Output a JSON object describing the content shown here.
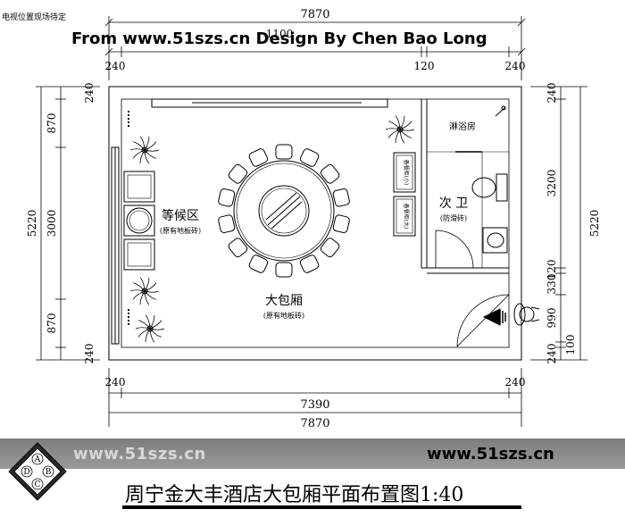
{
  "header": {
    "note": "电视位置现场待定",
    "watermark": "From www.51szs.cn  Design By Chen Bao Long"
  },
  "dimensions": {
    "top_total": "7870",
    "top_left": "240",
    "top_mid_partial": "1100",
    "top_120": "120",
    "top_right": "240",
    "left_top": "240",
    "left_870_a": "870",
    "left_3000": "3000",
    "left_870_b": "870",
    "left_bottom": "240",
    "left_total": "5220",
    "right_top": "240",
    "right_3200": "3200",
    "right_120": "120",
    "right_330": "330",
    "right_990": "990",
    "right_100": "100",
    "right_bottom": "240",
    "right_total": "5220",
    "bottom_left": "240",
    "bottom_right": "240",
    "bottom_inner": "7390",
    "bottom_total": "7870"
  },
  "rooms": {
    "waiting": {
      "name": "等候区",
      "floor": "(原有地板砖)"
    },
    "main": {
      "name": "大包厢",
      "floor": "(原有地板砖)"
    },
    "shower": {
      "name": "淋浴房"
    },
    "bath": {
      "name": "次 卫",
      "floor": "(防滑砖)"
    },
    "cabinet_small": "备餐柜(小)",
    "cabinet_large": "备餐柜(大)"
  },
  "footer": {
    "band_left": "www.51szs.cn",
    "band_right": "www.51szs.cn",
    "title": "周宁金大丰酒店大包厢平面布置图1:40"
  },
  "logo": {
    "letters": [
      "A",
      "D",
      "B",
      "C"
    ]
  }
}
